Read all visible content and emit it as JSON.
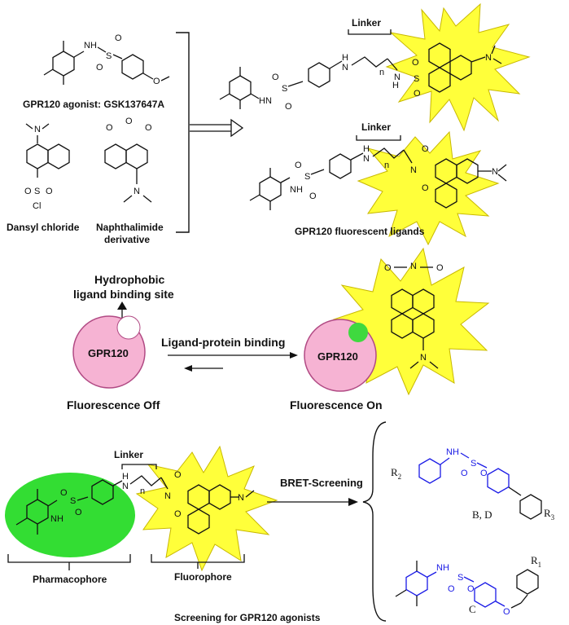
{
  "top": {
    "agonist_label": "GPR120 agonist: GSK137647A",
    "dansyl_label": "Dansyl chloride",
    "naphthalimide_label_1": "Naphthalimide",
    "naphthalimide_label_2": "derivative",
    "linker_label_1": "Linker",
    "linker_label_2": "Linker",
    "fluorescent_ligands_label": "GPR120 fluorescent ligands",
    "subscript_n": "n"
  },
  "middle": {
    "binding_site_1": "Hydrophobic",
    "binding_site_2": "ligand binding site",
    "receptor_left": "GPR120",
    "receptor_right": "GPR120",
    "arrow_label": "Ligand-protein binding",
    "state_off": "Fluorescence Off",
    "state_on": "Fluorescence On"
  },
  "bottom": {
    "linker_label": "Linker",
    "pharmacophore_label": "Pharmacophore",
    "fluorophore_label": "Fluorophore",
    "bret_label": "BRET-Screening",
    "screening_label": "Screening for GPR120 agonists",
    "compound_bd": "B, D",
    "compound_c": "C",
    "r1": "R",
    "r1_sub": "1",
    "r2": "R",
    "r2_sub": "2",
    "r3": "R",
    "r3_sub": "3"
  },
  "colors": {
    "burst": "#ffff3a",
    "burst_stroke": "#c8b800",
    "receptor": "#f6b3d3",
    "receptor_stroke": "#b14a84",
    "binding_dot": "#3fd93f",
    "pharmacophore_blob": "#33dd33",
    "blue_bonds": "#1a1ae6"
  }
}
